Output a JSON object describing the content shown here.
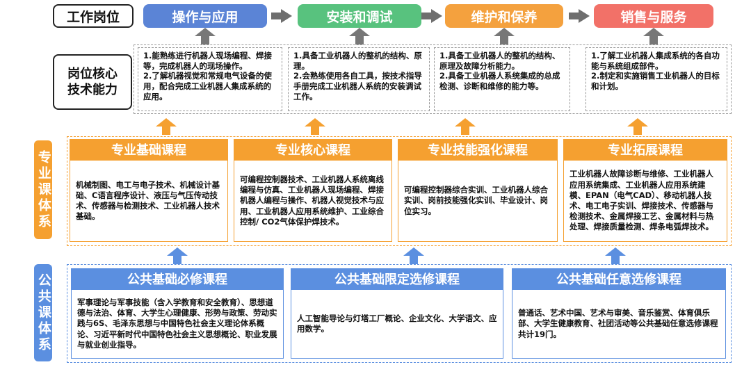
{
  "top": {
    "position_label": "工作岗位",
    "stages": [
      "操作与应用",
      "安装和调试",
      "维护和保养",
      "销售与服务"
    ]
  },
  "core": {
    "label": "岗位核心\n技术能力",
    "items": [
      "1.能熟练进行机器人现场编程、焊接等，完成机器人的现场操作。\n2.了解机器视觉和常规电气设备的使用，配合完成工业机器人集成系统的应用。",
      "1.具备工业机器人的整机的结构、原理。\n2.会熟练使用各自工具，按技术指导手册完成工业机器人系统的安装调试工作。",
      "1.具备工业机器人的整机的结构、原理及故障分析能力。\n2.具备工业机器人系统集成的总成检测、诊断和维修的能力等。",
      "1.了解工业机器人集成系统的各自功能与系统组成部件。\n2.制定和实施销售工业机器人的目标和计划。"
    ]
  },
  "professional": {
    "label": "专业课体系",
    "courses": [
      {
        "title": "专业基础课程",
        "content": "机械制图、电工与电子技术、机械设计基础、C语言程序设计、液压与气压传动技术、传感器与检测技术、工业机器人技术基础。"
      },
      {
        "title": "专业核心课程",
        "content": "可编程控制器技术、工业机器人系统离线编程与仿真、工业机器人现场编程、焊接机器人编程与操作、机器人视觉技术与应用、工业机器人应用系统维护、工业综合控制/ CO2气体保护焊技术。"
      },
      {
        "title": "专业技能强化课程",
        "content": "可编程控制器综合实训、工业机器人综合实训、岗前技能强化实训、毕业设计、岗位实习。"
      },
      {
        "title": "专业拓展课程",
        "content": "工业机器人故障诊断与维修、工业机器人应用系统集成、工业机器人应用系统建模、EPAN（电气CAD）、移动机器人技术、电工电子实训、焊接技术、传感器与检测技术、金属焊接工艺、金属材料与热处理、焊接质量检测、焊条电弧焊技术。"
      }
    ]
  },
  "public": {
    "label": "公共课体系",
    "courses": [
      {
        "title": "公共基础必修课程",
        "content": "军事理论与军事技能（含入学教育和安全教育）、思想道德与法治、体育、大学生心理健康、形势与政策、劳动实践与6S、毛泽东思想与中国特色社会主义理论体系概论、习近平新时代中国特色社会主义思想概论、职业发展与就业创业指导。"
      },
      {
        "title": "公共基础限定选修课程",
        "content": "人工智能导论与灯塔工厂概论、企业文化、大学语文、应用数学。"
      },
      {
        "title": "公共基础任意选修课程",
        "content": "普通话、艺术中国、艺术与审美、音乐鉴赏、体育俱乐部、大学生健康教育、社团活动等公共基础任意选修课程共计19门。"
      }
    ]
  }
}
